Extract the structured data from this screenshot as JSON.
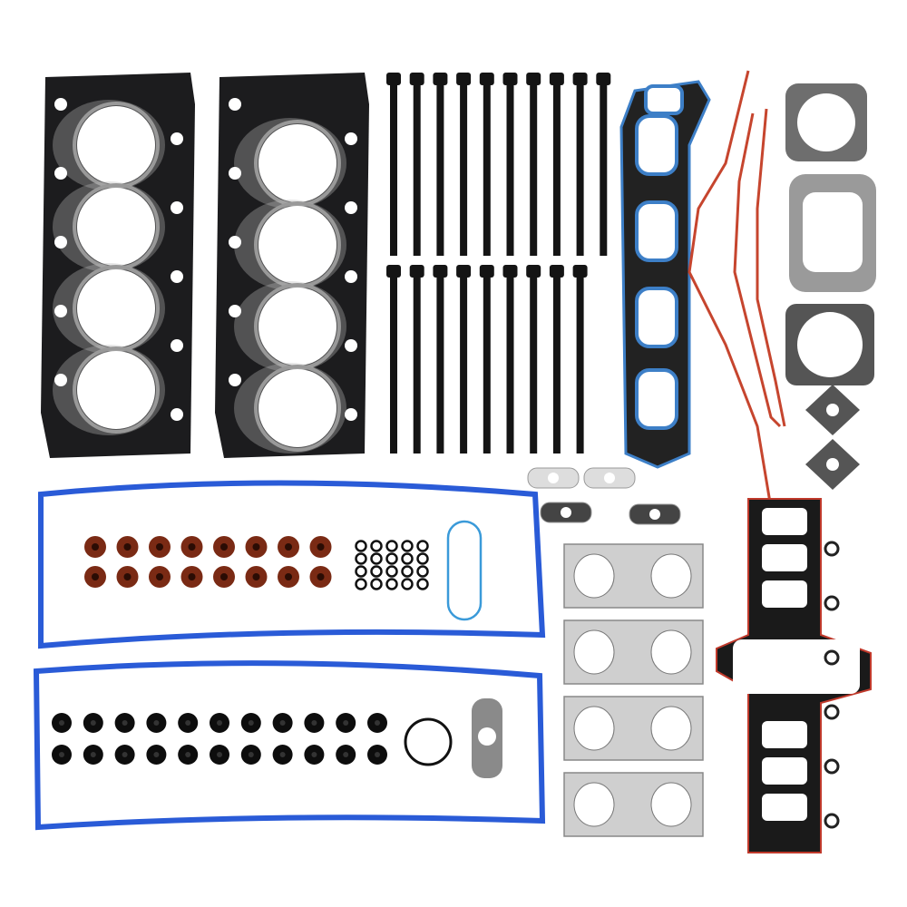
{
  "image": {
    "subject": "engine-head-gasket-kit",
    "background_color": "#ffffff",
    "colors": {
      "head_gasket": "#1c1c1e",
      "head_gasket_metal": "#b8b8b8",
      "bolt": "#141414",
      "valve_cover_gasket": "#2a5bd7",
      "intake_outline": "#3d7fc7",
      "red_seal": "#c6452e",
      "valve_stem_seal": "#7a2a14",
      "fiber_gasket": "#9a9a9a",
      "exhaust_gasket": "#cfcfcf",
      "lower_intake_edge": "#c0392b"
    },
    "counts": {
      "head_gaskets": 2,
      "bolts_top_row": 10,
      "bolts_bottom_row": 9,
      "valve_stem_seals": 16,
      "small_o_rings": 20,
      "grommets": 22,
      "exhaust_gaskets": 4
    }
  }
}
